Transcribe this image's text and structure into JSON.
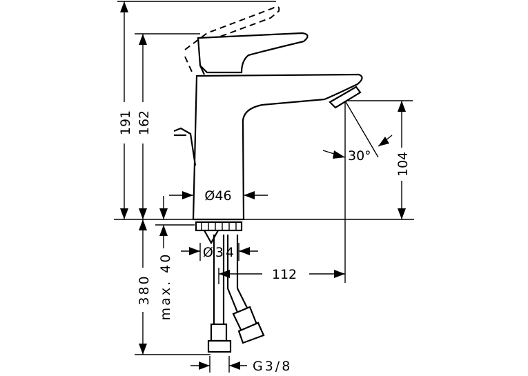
{
  "dimensions": {
    "total_height": "191",
    "lever_height": "162",
    "spout_height": "104",
    "body_diameter": "Ø46",
    "spout_angle": "30°",
    "thread_diameter": "Ø34",
    "reach": "112",
    "hose_length": "380",
    "max_thickness": "max. 40",
    "connection": "G3/8"
  }
}
